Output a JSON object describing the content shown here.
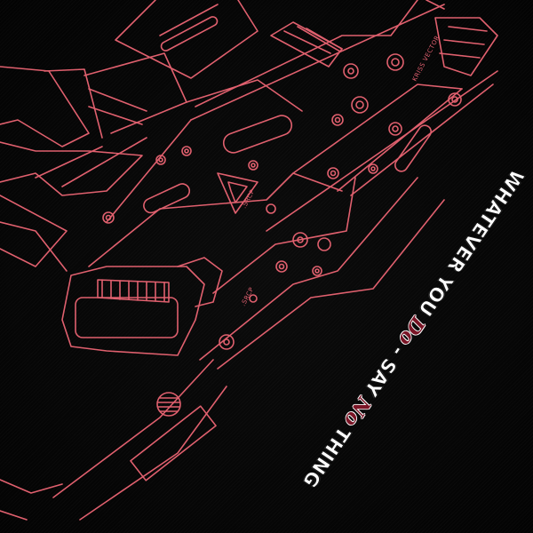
{
  "image": {
    "subject": "T-shirt print close-up",
    "background_color": "#050505",
    "line_color": "#e0606e"
  },
  "illustration": {
    "type": "line-art submachine gun blueprint",
    "labels": {
      "model": "KRISS VECTOR",
      "marking_1": ".SRCP",
      "marking_2": ".SRCP"
    }
  },
  "slogan": {
    "parts": [
      {
        "text": "WHATEVER YOU",
        "style": "block"
      },
      {
        "text": "Do",
        "style": "script"
      },
      {
        "text": "- SAY",
        "style": "block"
      },
      {
        "text": "No",
        "style": "script"
      },
      {
        "text": "THING",
        "style": "block"
      }
    ],
    "block_color": "#ffffff",
    "script_color": "#7a1526"
  }
}
